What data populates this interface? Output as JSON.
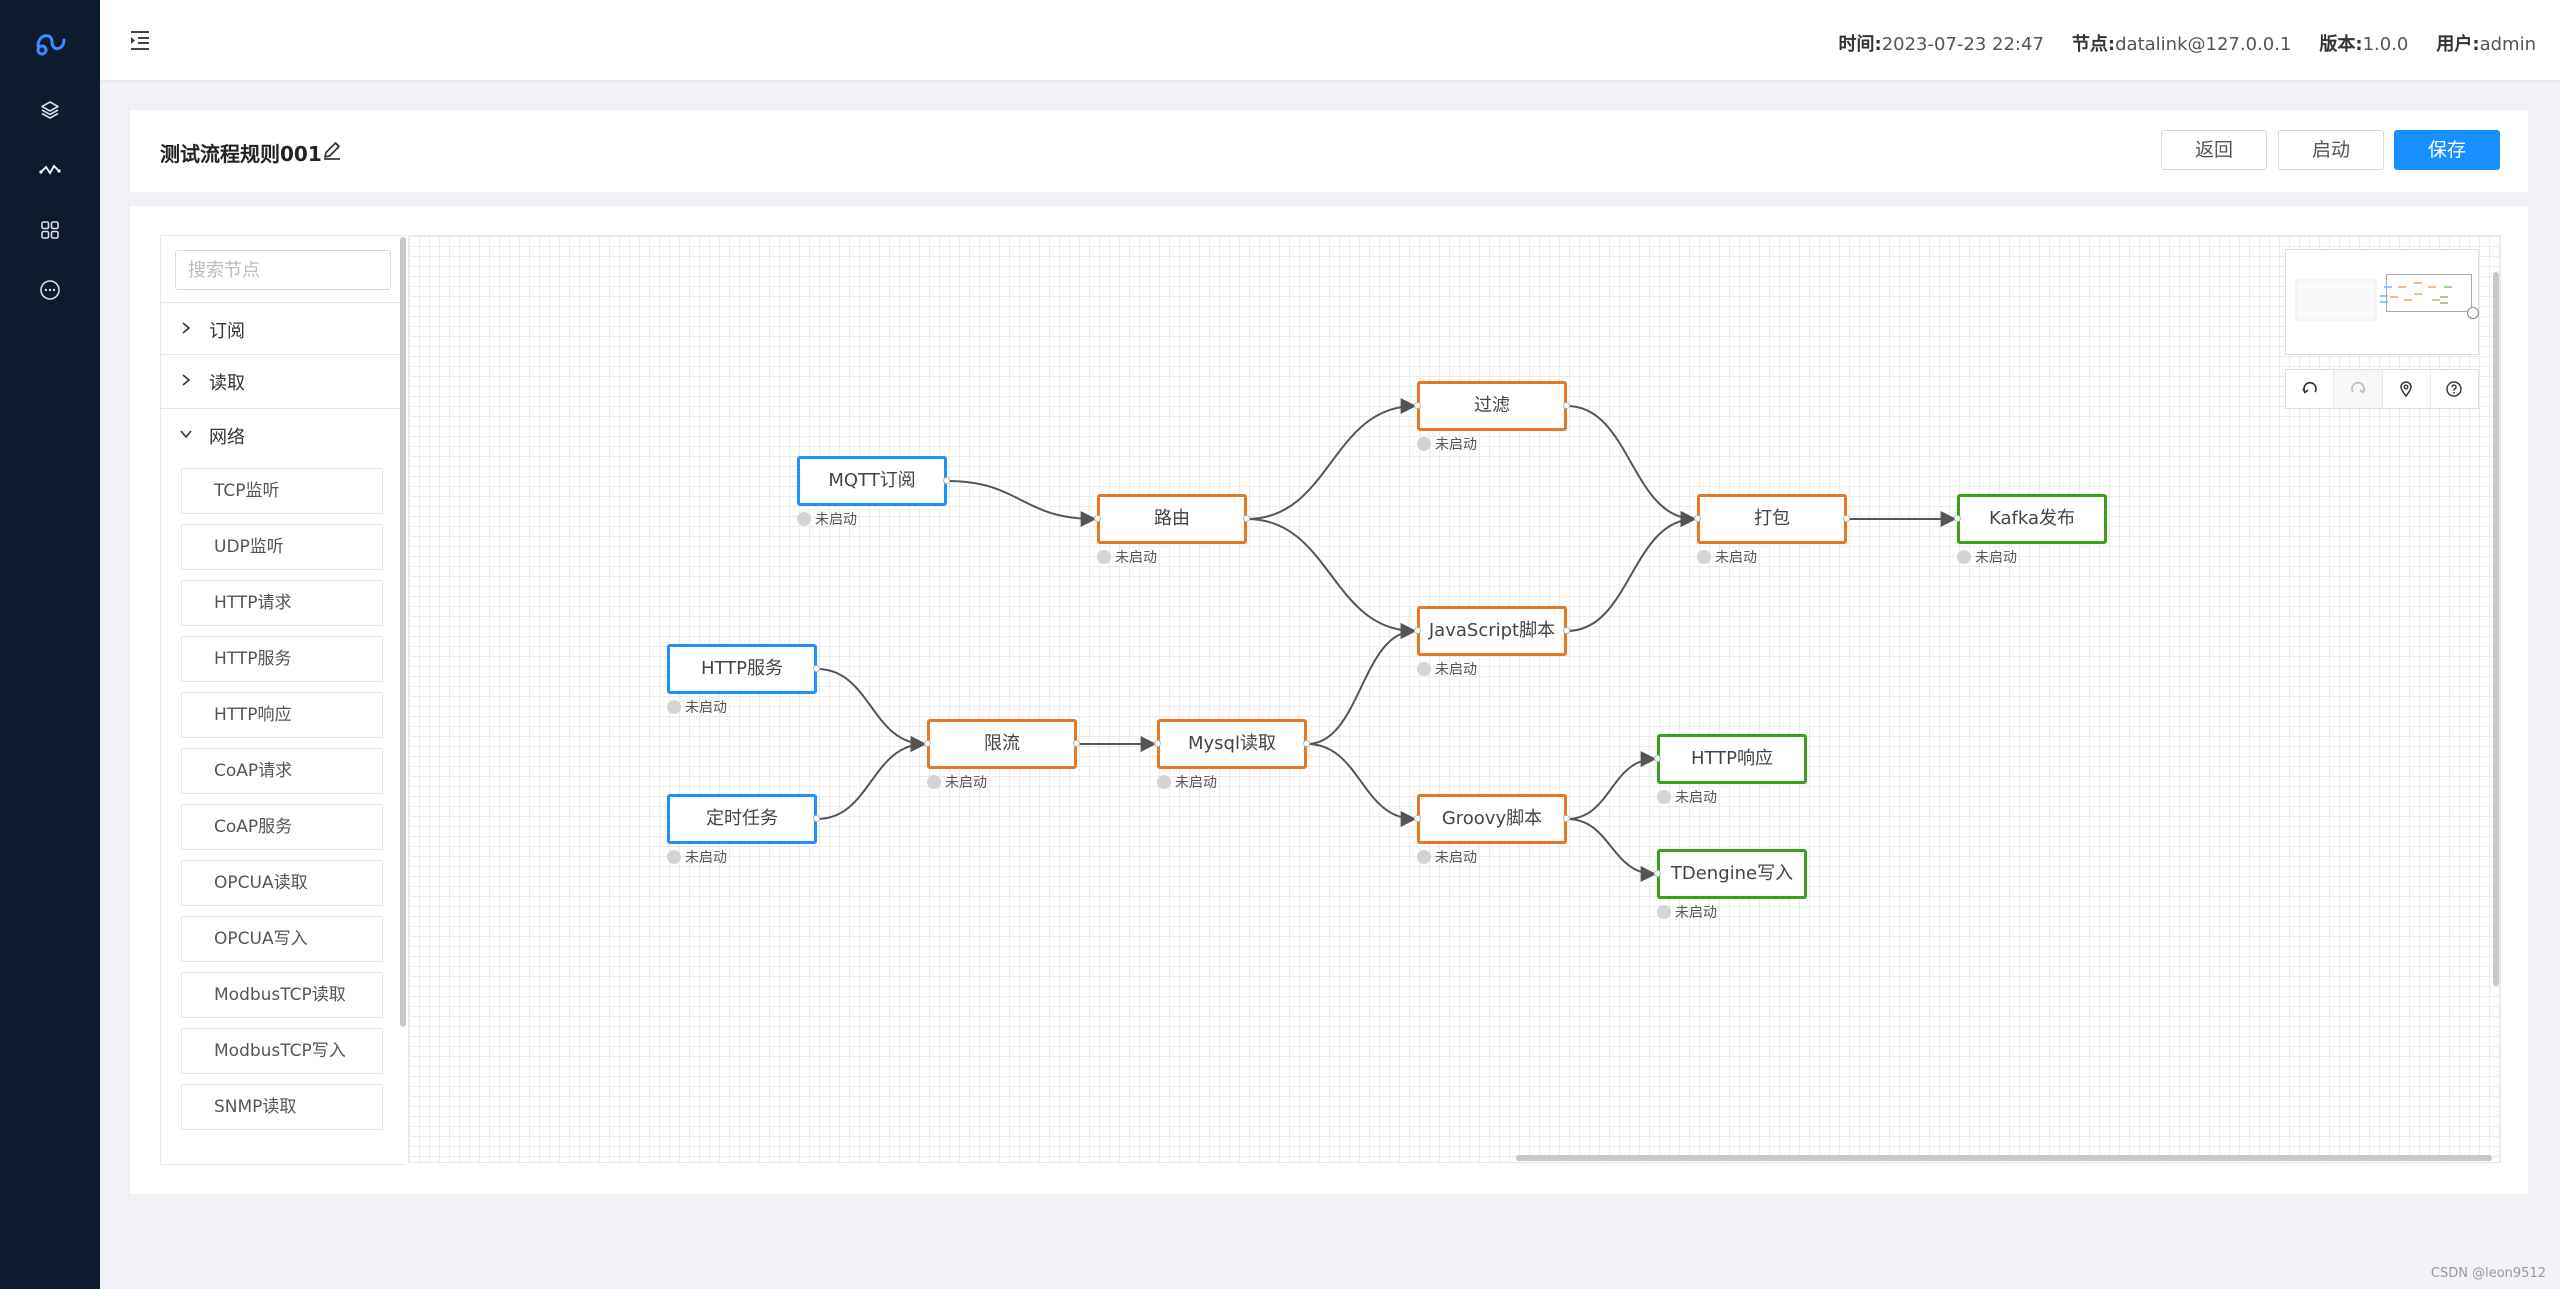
{
  "header": {
    "info": [
      {
        "label": "时间:",
        "value": "2023-07-23 22:47"
      },
      {
        "label": "节点:",
        "value": "datalink@127.0.0.1"
      },
      {
        "label": "版本:",
        "value": "1.0.0"
      },
      {
        "label": "用户:",
        "value": "admin"
      }
    ]
  },
  "toolbar": {
    "title": "测试流程规则001",
    "back_label": "返回",
    "start_label": "启动",
    "save_label": "保存"
  },
  "palette": {
    "search_placeholder": "搜索节点",
    "groups": [
      {
        "label": "订阅",
        "expanded": false
      },
      {
        "label": "读取",
        "expanded": false
      },
      {
        "label": "网络",
        "expanded": true
      }
    ],
    "items": [
      "TCP监听",
      "UDP监听",
      "HTTP请求",
      "HTTP服务",
      "HTTP响应",
      "CoAP请求",
      "CoAP服务",
      "OPCUA读取",
      "OPCUA写入",
      "ModbusTCP读取",
      "ModbusTCP写入",
      "SNMP读取"
    ]
  },
  "flow": {
    "nodes": [
      {
        "id": "mqtt",
        "label": "MQTT订阅",
        "kind": "source",
        "status": "未启动"
      },
      {
        "id": "http_service",
        "label": "HTTP服务",
        "kind": "source",
        "status": "未启动"
      },
      {
        "id": "timer",
        "label": "定时任务",
        "kind": "source",
        "status": "未启动"
      },
      {
        "id": "router",
        "label": "路由",
        "kind": "process",
        "status": "未启动"
      },
      {
        "id": "ratelimit",
        "label": "限流",
        "kind": "process",
        "status": "未启动"
      },
      {
        "id": "mysql",
        "label": "Mysql读取",
        "kind": "process",
        "status": "未启动"
      },
      {
        "id": "filter",
        "label": "过滤",
        "kind": "process",
        "status": "未启动"
      },
      {
        "id": "js",
        "label": "JavaScript脚本",
        "kind": "process",
        "status": "未启动"
      },
      {
        "id": "groovy",
        "label": "Groovy脚本",
        "kind": "process",
        "status": "未启动"
      },
      {
        "id": "pack",
        "label": "打包",
        "kind": "process",
        "status": "未启动"
      },
      {
        "id": "kafka",
        "label": "Kafka发布",
        "kind": "sink",
        "status": "未启动"
      },
      {
        "id": "http_resp",
        "label": "HTTP响应",
        "kind": "sink",
        "status": "未启动"
      },
      {
        "id": "tdengine",
        "label": "TDengine写入",
        "kind": "sink",
        "status": "未启动"
      }
    ],
    "edges": [
      [
        "mqtt",
        "router"
      ],
      [
        "router",
        "filter"
      ],
      [
        "router",
        "js"
      ],
      [
        "filter",
        "pack"
      ],
      [
        "js",
        "pack"
      ],
      [
        "pack",
        "kafka"
      ],
      [
        "http_service",
        "ratelimit"
      ],
      [
        "timer",
        "ratelimit"
      ],
      [
        "ratelimit",
        "mysql"
      ],
      [
        "mysql",
        "js"
      ],
      [
        "mysql",
        "groovy"
      ],
      [
        "groovy",
        "http_resp"
      ],
      [
        "groovy",
        "tdengine"
      ]
    ],
    "colors": {
      "source": "#1e90ff",
      "process": "#e87722",
      "sink": "#3aa017",
      "edge": "#555555"
    }
  },
  "watermark": "CSDN @leon9512",
  "theme": {
    "nav_bg": "#0e1a2e",
    "accent": "#1890ff"
  }
}
